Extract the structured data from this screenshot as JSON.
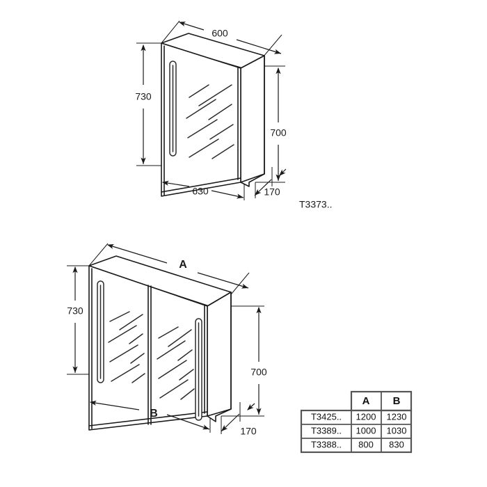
{
  "page": {
    "background_color": "#ffffff",
    "line_color": "#1a1a1a",
    "title": "Mirror cabinet dimensional drawing"
  },
  "drawings": [
    {
      "id": "single-door-cabinet",
      "part_label": "T3373..",
      "dimensions": {
        "top_width": "600",
        "left_height": "730",
        "right_height": "700",
        "bottom_width": "630",
        "depth": "170"
      }
    },
    {
      "id": "double-door-cabinet",
      "part_label": "",
      "dimensions": {
        "top_width": "A",
        "left_height": "730",
        "right_height": "700",
        "bottom_width": "B",
        "depth": "170"
      }
    }
  ],
  "table": {
    "headers": [
      "",
      "A",
      "B"
    ],
    "rows": [
      {
        "model": "T3425..",
        "a": "1200",
        "b": "1230"
      },
      {
        "model": "T3389..",
        "a": "1000",
        "b": "1030"
      },
      {
        "model": "T3388..",
        "a": "800",
        "b": "830"
      }
    ]
  }
}
